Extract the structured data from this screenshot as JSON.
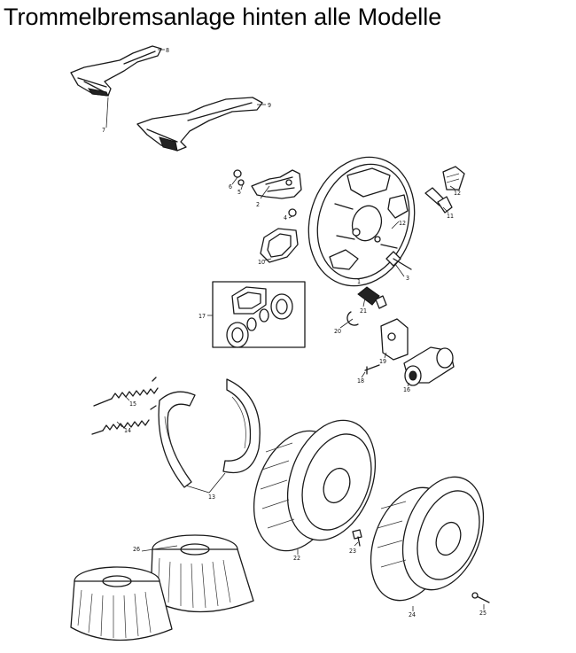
{
  "title": "Trommelbremsanlage hinten alle Modelle",
  "part_numbers": {
    "p1": "1",
    "p2": "2",
    "p3": "3",
    "p4": "4",
    "p5": "5",
    "p6": "6",
    "p7": "7",
    "p8": "8",
    "p9": "9",
    "p10": "10",
    "p11": "11",
    "p12a": "12",
    "p12b": "12",
    "p13": "13",
    "p14": "14",
    "p15": "15",
    "p16": "16",
    "p17": "17",
    "p18": "18",
    "p19": "19",
    "p20": "20",
    "p21": "21",
    "p22": "22",
    "p23": "23",
    "p24": "24",
    "p25": "25",
    "p26": "26"
  }
}
